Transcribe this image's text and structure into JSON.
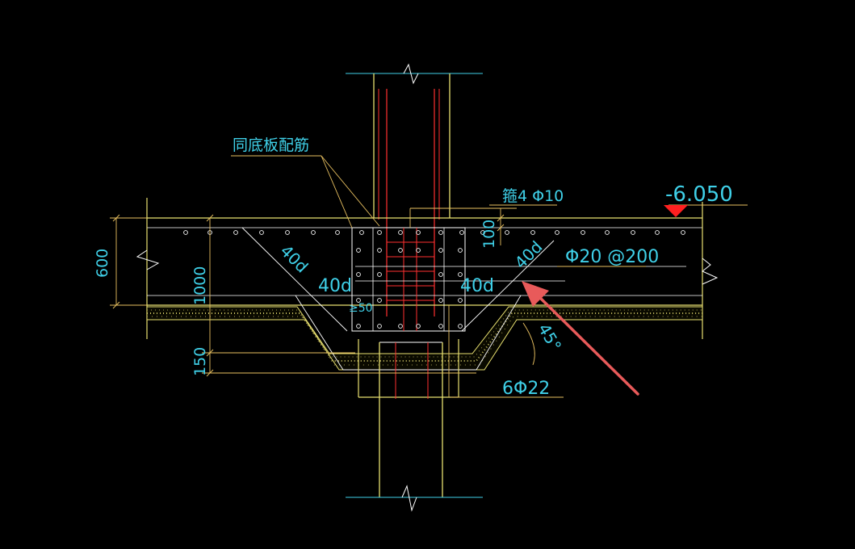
{
  "drawing": {
    "note_same_as_slab": "同底板配筋",
    "stirrup": "箍4 Φ10",
    "elevation": "-6.050",
    "dim_slab": "600",
    "dim_total": "1000",
    "dim_bottom": "150",
    "dim_top_offset": "100",
    "anchor_left_diag": "40d",
    "anchor_left_horiz": "40d",
    "anchor_right_horiz": "40d",
    "anchor_right_diag": "40d",
    "min_50": "≥50",
    "main_bar": "Φ20 @200",
    "angle": "45°",
    "bottom_bars": "6Φ22"
  },
  "colors": {
    "background": "#000000",
    "concrete": "#e8e070",
    "dim": "#e8c060",
    "rebar": "#ff3030",
    "text": "#3fd0e8",
    "white": "#ffffff",
    "arrow": "#e85a5a"
  }
}
